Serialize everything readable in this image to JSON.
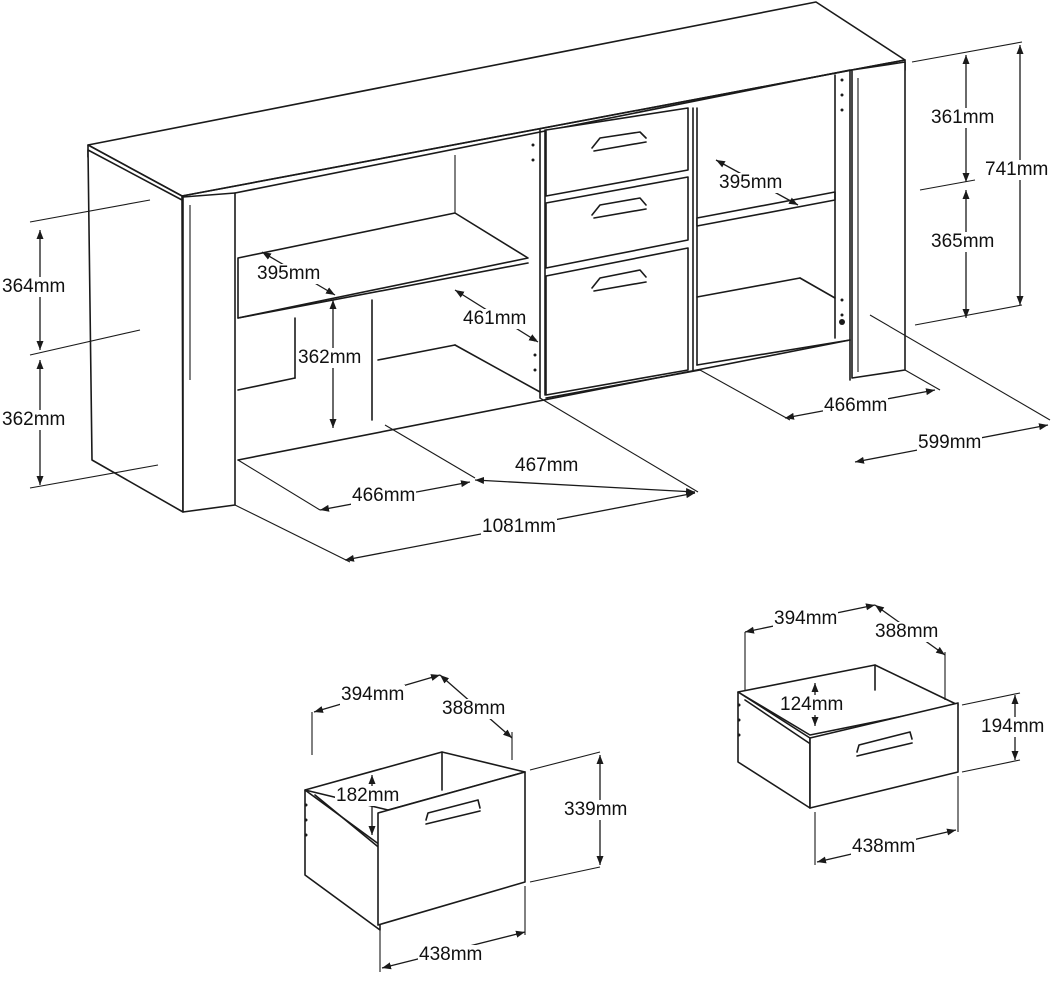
{
  "dimensions": {
    "top_left_height": "364mm",
    "bottom_left_height": "362mm",
    "left_shelf_depth": "395mm",
    "left_inner_height": "362mm",
    "center_depth": "461mm",
    "right_shelf_depth": "395mm",
    "right_top_height": "361mm",
    "right_bottom_height": "365mm",
    "total_height": "741mm",
    "right_inner_depth": "466mm",
    "total_depth": "599mm",
    "center_floor_depth": "467mm",
    "left_floor_depth": "466mm",
    "total_width": "1081mm"
  },
  "drawer_large": {
    "width": "394mm",
    "depth": "388mm",
    "inner_height": "182mm",
    "height": "339mm",
    "front_width": "438mm"
  },
  "drawer_small": {
    "width": "394mm",
    "depth": "388mm",
    "inner_height": "124mm",
    "height": "194mm",
    "front_width": "438mm"
  }
}
